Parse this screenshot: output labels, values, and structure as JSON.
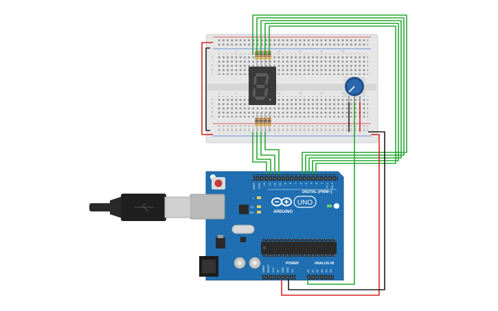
{
  "board": {
    "brand": "ARDUINO",
    "logo": "UNO",
    "digital_header": "DIGITAL (PWM~)",
    "power_label": "POWER",
    "analog_label": "ANALOG IN",
    "led_on": "ON",
    "led_l": "L",
    "led_tx": "TX",
    "led_rx": "RX",
    "digital_pins": [
      "AREF",
      "GND",
      "13",
      "12",
      "~11",
      "~10",
      "~9",
      "8",
      "7",
      "~6",
      "~5",
      "4",
      "~3",
      "2",
      "TX 1",
      "RX 0"
    ],
    "power_pins": [
      "IOREF",
      "RESET",
      "3.3V",
      "5V",
      "GND",
      "GND",
      "Vin"
    ],
    "analog_pins": [
      "A0",
      "A1",
      "A2",
      "A3",
      "A4",
      "A5"
    ]
  },
  "breadboard": {
    "row_letters_top": [
      "j",
      "i",
      "h",
      "g",
      "f"
    ],
    "row_letters_bottom": [
      "e",
      "d",
      "c",
      "b",
      "a"
    ],
    "column_numbers": [
      "1",
      "5",
      "10",
      "15",
      "20",
      "25",
      "30"
    ]
  },
  "colors": {
    "wire_green": "#22a82f",
    "wire_red": "#d81f1f",
    "wire_black": "#1a1a1a",
    "board_blue": "#1f6fb2",
    "pot_blue": "#1c4f8a"
  },
  "icons": [
    "usb-cable-icon",
    "seven-segment-display-icon",
    "potentiometer-icon",
    "resistor-icon"
  ]
}
